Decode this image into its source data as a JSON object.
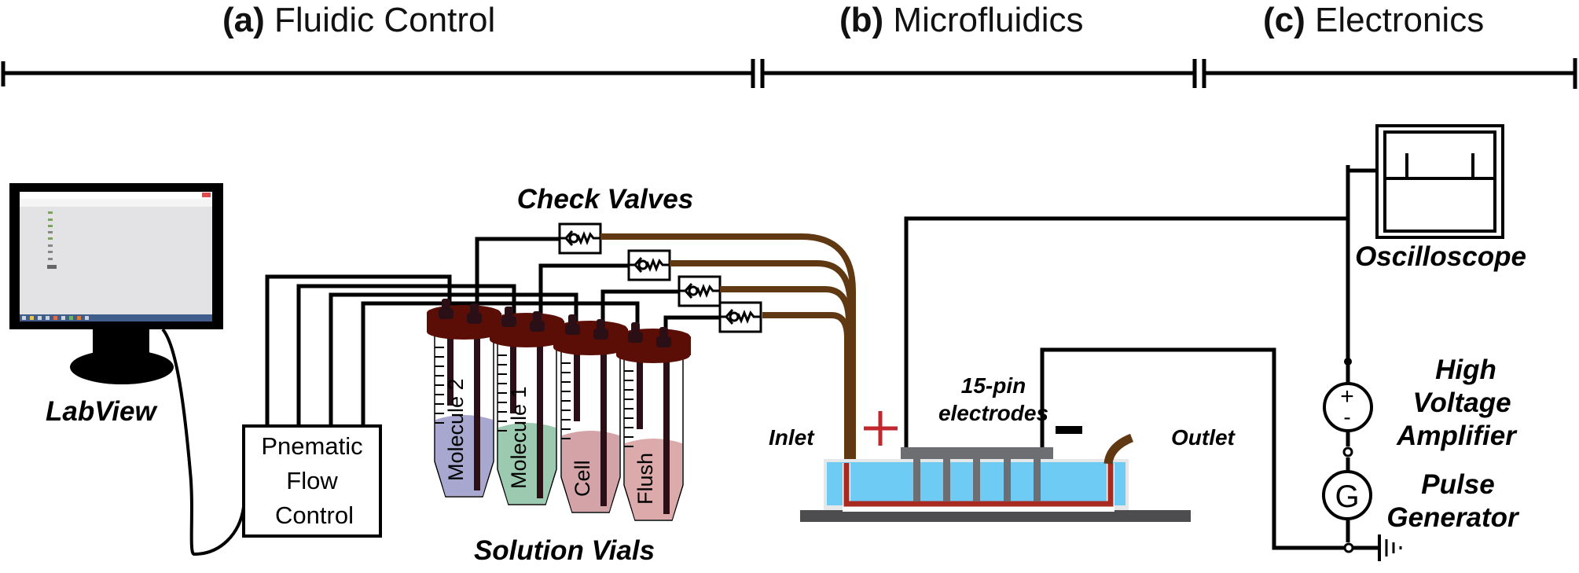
{
  "sections": [
    {
      "letter": "(a)",
      "title": "Fluidic Control"
    },
    {
      "letter": "(b)",
      "title": "Microfluidics"
    },
    {
      "letter": "(c)",
      "title": "Electronics"
    }
  ],
  "labels": {
    "labview": "LabView",
    "flow_control": [
      "Pnematic",
      "Flow",
      "Control"
    ],
    "check_valves": "Check Valves",
    "solution_vials": "Solution Vials",
    "inlet": "Inlet",
    "outlet": "Outlet",
    "electrodes": [
      "15-pin",
      "electrodes"
    ],
    "oscilloscope": "Oscilloscope",
    "amplifier": [
      "High",
      "Voltage",
      "Amplifier"
    ],
    "pulse_generator": [
      "Pulse",
      "Generator"
    ],
    "plus_sign": "+",
    "minus_sign": "−",
    "amp_plus": "+",
    "amp_minus": "-",
    "generator_symbol": "G"
  },
  "vials": [
    {
      "name": "Molecule 2",
      "color": "#a7a7cf"
    },
    {
      "name": "Molecule 1",
      "color": "#9ccab0"
    },
    {
      "name": "Cell",
      "color": "#d4a3a8"
    },
    {
      "name": "Flush",
      "color": "#dcaaaa"
    }
  ],
  "colors": {
    "tubing": "#603913",
    "vial_cap": "#5a0e06",
    "channel_liquid": "#6ecbf3",
    "channel_wall": "#a8291f",
    "electrode": "#6d6e71",
    "base": "#4d4d4f",
    "positive": "#c1272d"
  }
}
